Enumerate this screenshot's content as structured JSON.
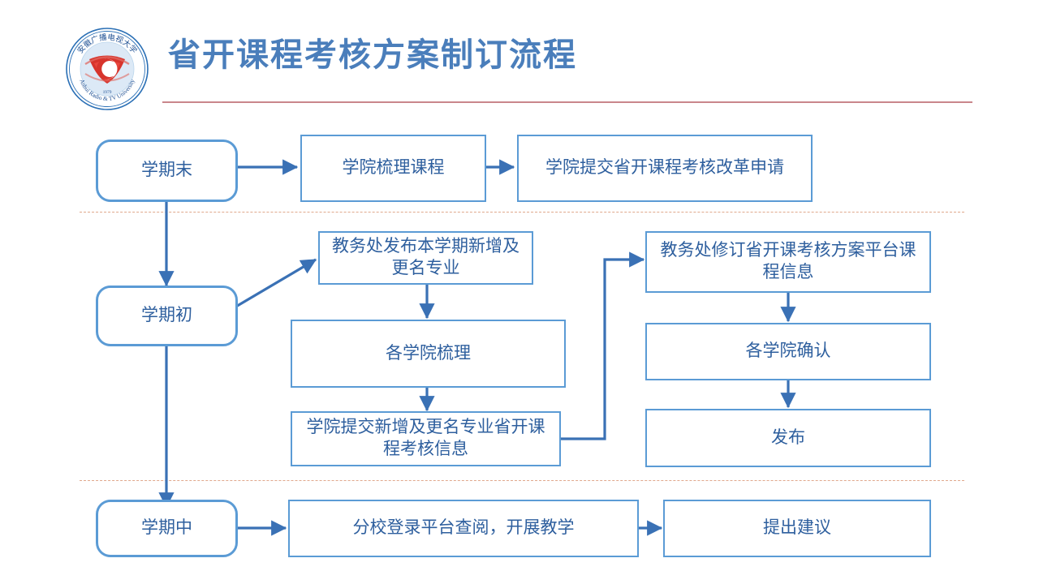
{
  "header": {
    "title": "省开课程考核方案制订流程",
    "logo": {
      "name": "anhui-radio-tv-university-logo",
      "chinese_arc_text": "安徽广播电视大学",
      "english_arc_text": "Anhui Radio & TV University",
      "year": "1979"
    },
    "rule_color": "#c9868b"
  },
  "theme": {
    "box_border": "#5b9bd5",
    "box_text": "#2e5f9e",
    "arrow": "#3a71b5",
    "title_color": "#4a7ebb",
    "divider_color": "#e0a88c",
    "background": "#ffffff"
  },
  "flow": {
    "stages": [
      {
        "id": "stage-end-of-term",
        "label": "学期末",
        "steps": [
          {
            "id": "node-college-sort-courses",
            "label": "学院梳理课程"
          },
          {
            "id": "node-college-submit-reform-application",
            "label": "学院提交省开课程考核改革申请"
          }
        ]
      },
      {
        "id": "stage-start-of-term",
        "label": "学期初",
        "steps": [
          {
            "id": "node-academic-affairs-publish-majors",
            "label": "教务处发布本学期新增及更名专业"
          },
          {
            "id": "node-colleges-sort",
            "label": "各学院梳理"
          },
          {
            "id": "node-college-submit-new-renamed-major-info",
            "label": "学院提交新增及更名专业省开课程考核信息"
          },
          {
            "id": "node-academic-affairs-revise-platform-info",
            "label": "教务处修订省开课考核方案平台课程信息"
          },
          {
            "id": "node-colleges-confirm",
            "label": "各学院确认"
          },
          {
            "id": "node-publish",
            "label": "发布"
          }
        ]
      },
      {
        "id": "stage-mid-term",
        "label": "学期中",
        "steps": [
          {
            "id": "node-branch-login-platform",
            "label": "分校登录平台查阅，开展教学"
          },
          {
            "id": "node-make-suggestions",
            "label": "提出建议"
          }
        ]
      }
    ]
  }
}
